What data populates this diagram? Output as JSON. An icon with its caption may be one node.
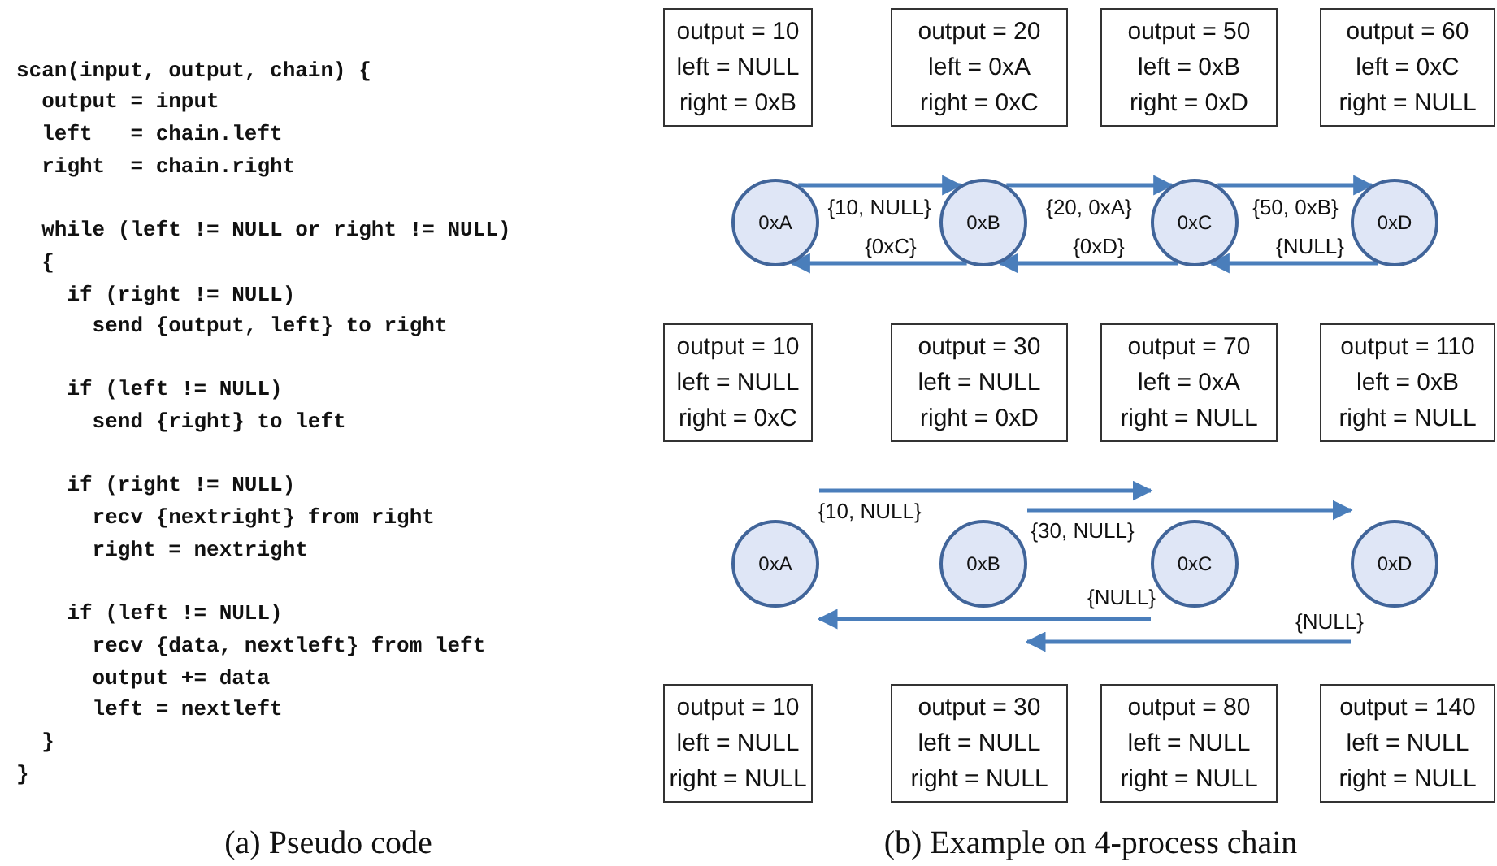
{
  "diagram": {
    "nodes": [
      {
        "text": [
          "output = 10",
          "left = NULL",
          "right = 0xB"
        ]
      },
      {
        "text": [
          "output = 20",
          "left = 0xA",
          "right = 0xC"
        ]
      },
      {
        "text": [
          "output = 50",
          "left = 0xB",
          "right = 0xD"
        ]
      },
      {
        "text": [
          "output = 60",
          "left = 0xC",
          "right = NULL"
        ]
      },
      {
        "text": [
          "0xA"
        ]
      },
      {
        "text": [
          "0xB"
        ]
      },
      {
        "text": [
          "0xC"
        ]
      },
      {
        "text": [
          "0xD"
        ]
      },
      {
        "text": [
          "output = 10",
          "left = NULL",
          "right = 0xC"
        ]
      },
      {
        "text": [
          "output = 30",
          "left = NULL",
          "right = 0xD"
        ]
      },
      {
        "text": [
          "output = 70",
          "left = 0xA",
          "right = NULL"
        ]
      },
      {
        "text": [
          "output = 110",
          "left = 0xB",
          "right = NULL"
        ]
      },
      {
        "text": [
          "0xA"
        ]
      },
      {
        "text": [
          "0xB"
        ]
      },
      {
        "text": [
          "0xC"
        ]
      },
      {
        "text": [
          "0xD"
        ]
      },
      {
        "text": [
          "output = 10",
          "left = NULL",
          "right = NULL"
        ]
      },
      {
        "text": [
          "output = 30",
          "left = NULL",
          "right = NULL"
        ]
      },
      {
        "text": [
          "output = 80",
          "left = NULL",
          "right = NULL"
        ]
      },
      {
        "text": [
          "output = 140",
          "left = NULL",
          "right = NULL"
        ]
      }
    ],
    "edges": [
      {
        "from": 4,
        "to": 5,
        "arrow": "to",
        "label": "{10, NULL}"
      },
      {
        "from": 5,
        "to": 6,
        "arrow": "to",
        "label": "{20, 0xA}"
      },
      {
        "from": 6,
        "to": 7,
        "arrow": "to",
        "label": "{50, 0xB}"
      },
      {
        "from": 5,
        "to": 4,
        "arrow": "to",
        "label": "{0xC}"
      },
      {
        "from": 6,
        "to": 5,
        "arrow": "to",
        "label": "{0xD}"
      },
      {
        "from": 7,
        "to": 6,
        "arrow": "to",
        "label": "{NULL}"
      },
      {
        "from": 12,
        "to": 14,
        "arrow": "to",
        "label": "{10, NULL}"
      },
      {
        "from": 13,
        "to": 15,
        "arrow": "to",
        "label": "{30, NULL}"
      },
      {
        "from": 14,
        "to": 12,
        "arrow": "to",
        "label": "{NULL}"
      },
      {
        "from": 15,
        "to": 13,
        "arrow": "to",
        "label": "{NULL}"
      }
    ],
    "labels": [
      "scan(input, output, chain) {",
      "  output = input",
      "  left   = chain.left",
      "  right  = chain.right",
      "  while (left != NULL or right != NULL)",
      "  {",
      "    if (right != NULL)",
      "      send {output, left} to right",
      "    if (left != NULL)",
      "      send {right} to left",
      "    if (right != NULL)",
      "      recv {nextright} from right",
      "      right = nextright",
      "    if (left != NULL)",
      "      recv {data, nextleft} from left",
      "      output += data",
      "      left = nextleft",
      "  }",
      "}",
      "(a) Pseudo code",
      "(b) Example on 4-process chain"
    ]
  }
}
